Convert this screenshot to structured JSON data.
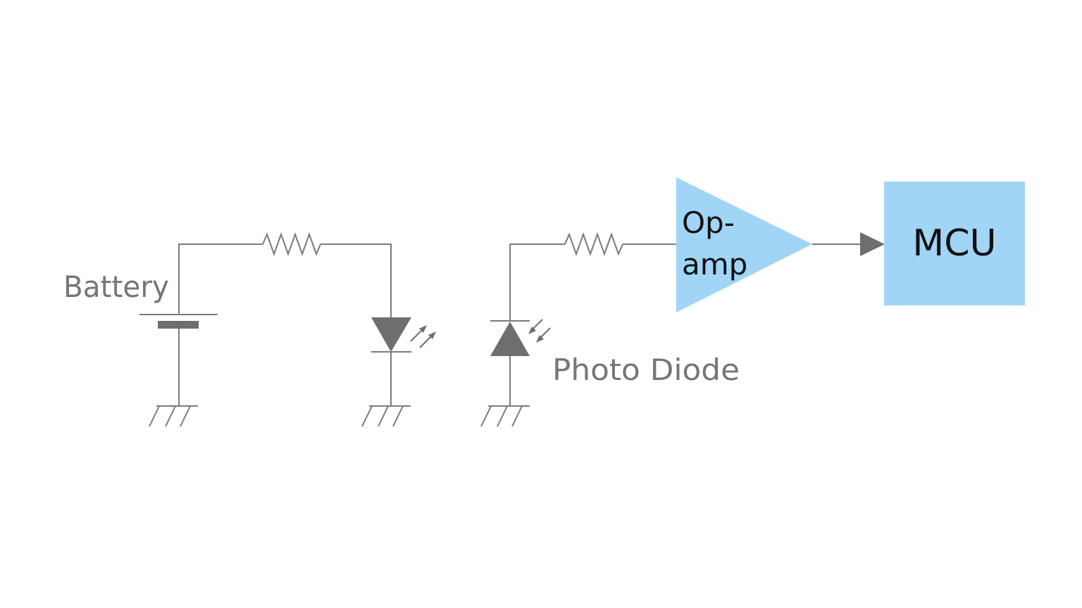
{
  "labels": {
    "battery": "Battery",
    "photo_diode": "Photo Diode",
    "opamp_line1": "Op-",
    "opamp_line2": "amp",
    "mcu": "MCU"
  },
  "colors": {
    "wire": "#7a7a7a",
    "component": "#6e6e6e",
    "block_fill": "#a0d5f6",
    "label_gray": "#767676",
    "label_black": "#111111"
  }
}
